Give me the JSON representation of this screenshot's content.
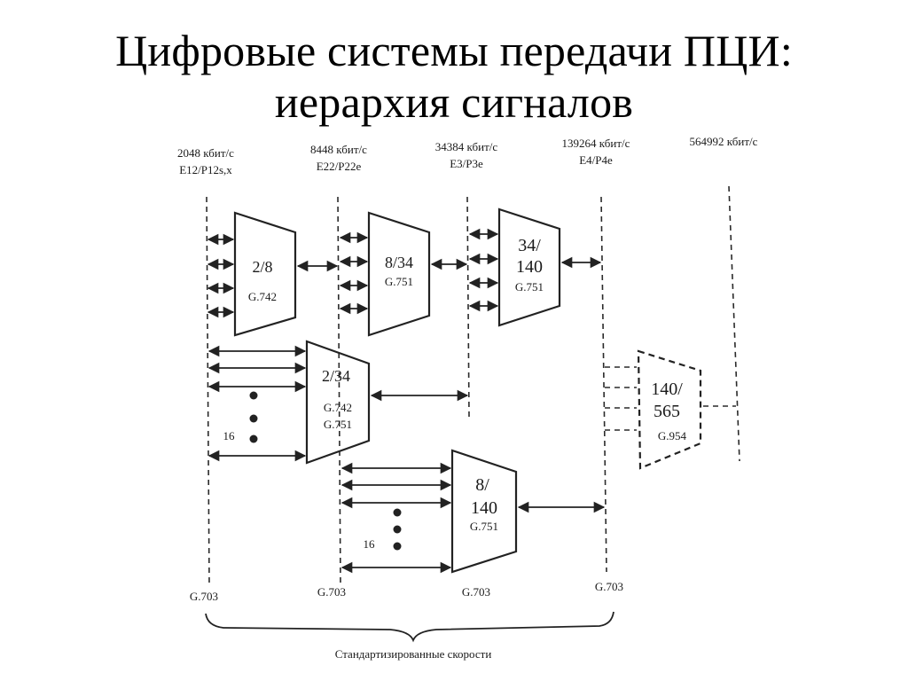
{
  "title": {
    "line1": "Цифровые системы передачи ПЦИ:",
    "line2": "иерархия сигналов"
  },
  "levels": [
    {
      "rate": "2048 кбит/с",
      "name": "E12/P12s,x"
    },
    {
      "rate": "8448 кбит/с",
      "name": "E22/P22e"
    },
    {
      "rate": "34384 кбит/с",
      "name": "E3/P3e"
    },
    {
      "rate": "139264 кбит/с",
      "name": "E4/P4e"
    },
    {
      "rate": "564992 кбит/с",
      "name": ""
    }
  ],
  "multiplexers": {
    "m2_8": {
      "label": "2/8",
      "standard": "G.742"
    },
    "m8_34": {
      "label": "8/34",
      "standard": "G.751"
    },
    "m34_140": {
      "line1": "34/",
      "line2": "140",
      "standard": "G.751"
    },
    "m2_34": {
      "label": "2/34",
      "std1": "G.742",
      "std2": "G.751",
      "count": "16"
    },
    "m8_140": {
      "line1": "8/",
      "line2": "140",
      "standard": "G.751",
      "count": "16"
    },
    "m140_565": {
      "line1": "140/",
      "line2": "565",
      "standard": "G.954"
    }
  },
  "interface_labels": [
    "G.703",
    "G.703",
    "G.703",
    "G.703"
  ],
  "footer": "Стандартизированные скорости",
  "icons": [
    "arrow-bidirectional",
    "dot-ellipsis",
    "brace-bottom"
  ]
}
